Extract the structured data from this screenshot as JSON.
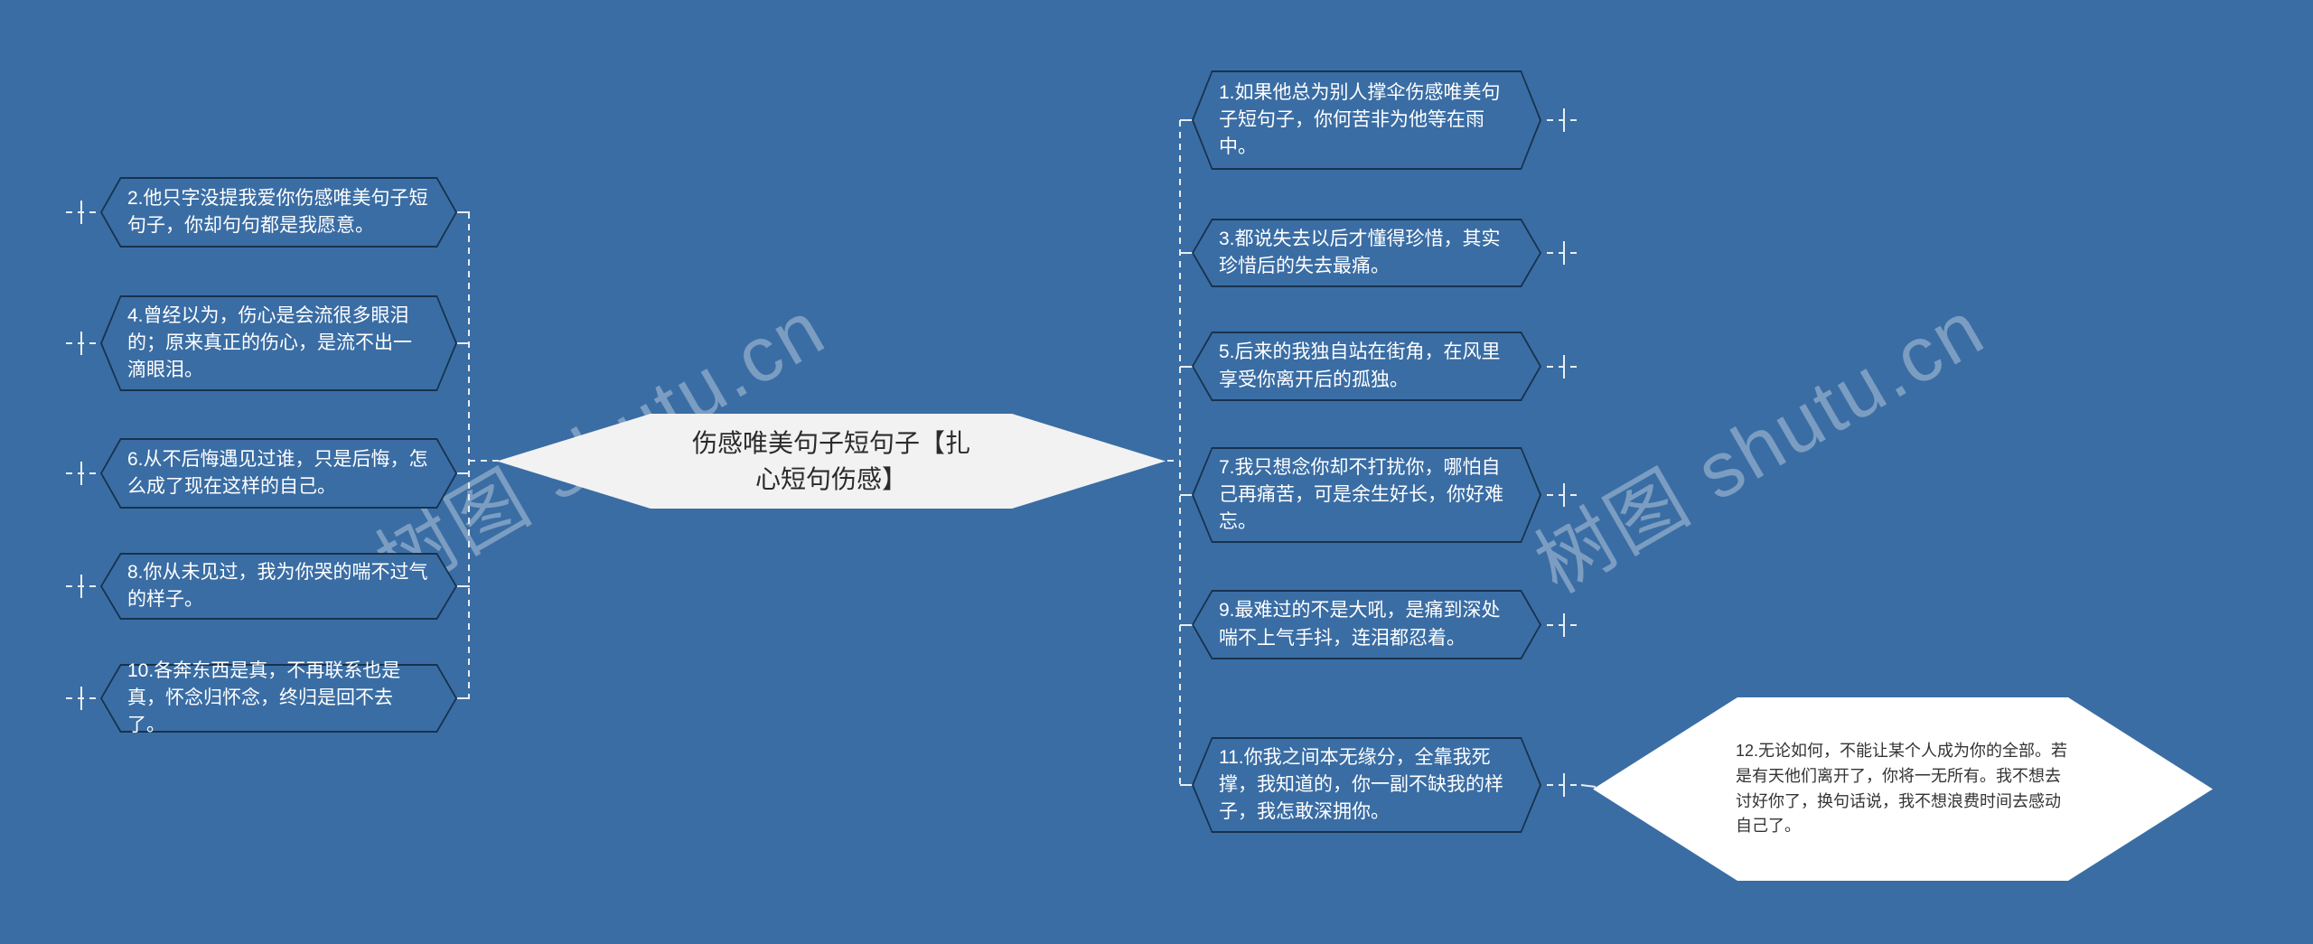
{
  "canvas": {
    "background": "#3a6da4",
    "connector_color": "#e9eef3"
  },
  "watermark": {
    "text": "树图 shutu.cn"
  },
  "node_style": {
    "border_color": "#17324e",
    "text_color": "#ffffff"
  },
  "center_node": {
    "label": "伤感唯美句子短句子【扎心短句伤感】",
    "fill": "#f2f2f2",
    "text_color": "#2b2b2b"
  },
  "left_nodes": [
    {
      "label": "2.他只字没提我爱你伤感唯美句子短句子，你却句句都是我愿意。"
    },
    {
      "label": "4.曾经以为，伤心是会流很多眼泪的；原来真正的伤心，是流不出一滴眼泪。"
    },
    {
      "label": "6.从不后悔遇见过谁，只是后悔，怎么成了现在这样的自己。"
    },
    {
      "label": "8.你从未见过，我为你哭的喘不过气的样子。"
    },
    {
      "label": "10.各奔东西是真，不再联系也是真，怀念归怀念，终归是回不去了。"
    }
  ],
  "right_nodes": [
    {
      "label": "1.如果他总为别人撑伞伤感唯美句子短句子，你何苦非为他等在雨中。"
    },
    {
      "label": "3.都说失去以后才懂得珍惜，其实珍惜后的失去最痛。"
    },
    {
      "label": "5.后来的我独自站在街角，在风里享受你离开后的孤独。"
    },
    {
      "label": "7.我只想念你却不打扰你，哪怕自己再痛苦，可是余生好长，你好难忘。"
    },
    {
      "label": "9.最难过的不是大吼，是痛到深处喘不上气手抖，连泪都忍着。"
    },
    {
      "label": "11.你我之间本无缘分，全靠我死撑，我知道的，你一副不缺我的样子，我怎敢深拥你。"
    }
  ],
  "detached_node": {
    "label": "12.无论如何，不能让某个人成为你的全部。若是有天他们离开了，你将一无所有。我不想去讨好你了，换句话说，我不想浪费时间去感动自己了。",
    "fill": "#ffffff",
    "text_color": "#333333"
  }
}
